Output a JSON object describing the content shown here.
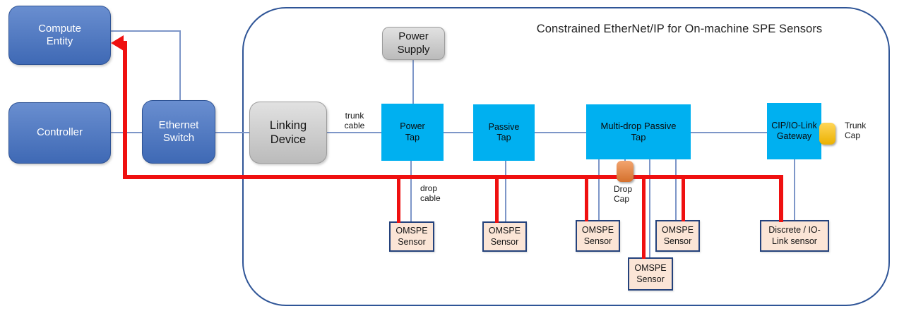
{
  "diagram": {
    "title": "Constrained EtherNet/IP for On-machine SPE Sensors",
    "nodes": {
      "compute_entity": {
        "lines": [
          "Compute",
          "Entity"
        ]
      },
      "controller": {
        "lines": [
          "Controller"
        ]
      },
      "ethernet_switch": {
        "lines": [
          "Ethernet",
          "Switch"
        ]
      },
      "linking_device": {
        "lines": [
          "Linking",
          "Device"
        ]
      },
      "power_supply": {
        "lines": [
          "Power",
          "Supply"
        ]
      },
      "power_tap": {
        "lines": [
          "Power",
          "Tap"
        ]
      },
      "passive_tap": {
        "lines": [
          "Passive",
          "Tap"
        ]
      },
      "multidrop_tap": {
        "lines": [
          "Multi-drop Passive",
          "Tap"
        ]
      },
      "gateway": {
        "lines": [
          "CIP/IO-Link",
          "Gateway"
        ]
      }
    },
    "sensors": [
      {
        "lines": [
          "OMSPE",
          "Sensor"
        ]
      },
      {
        "lines": [
          "OMSPE",
          "Sensor"
        ]
      },
      {
        "lines": [
          "OMSPE",
          "Sensor"
        ]
      },
      {
        "lines": [
          "OMSPE",
          "Sensor"
        ]
      },
      {
        "lines": [
          "OMSPE",
          "Sensor"
        ]
      },
      {
        "lines": [
          "Discrete / IO-",
          "Link sensor"
        ]
      }
    ],
    "labels": {
      "trunk_cable": "trunk cable",
      "drop_cable": "drop cable",
      "drop_cap": "Drop Cap",
      "trunk_cap": "Trunk Cap"
    },
    "colors": {
      "node_blue": "#4472c4",
      "node_blue_border": "#2e5395",
      "node_gray": "#c9c9c9",
      "node_gray_border": "#9c9c9c",
      "tap_cyan": "#00b0f0",
      "sensor_fill": "#fbe5d6",
      "sensor_border": "#24427c",
      "cap_orange": "#ed7d31",
      "cap_yellow": "#ffc000",
      "wire_blue": "#7d96c8",
      "cable_red": "#ef1010",
      "frame_border": "#2f5597"
    }
  }
}
